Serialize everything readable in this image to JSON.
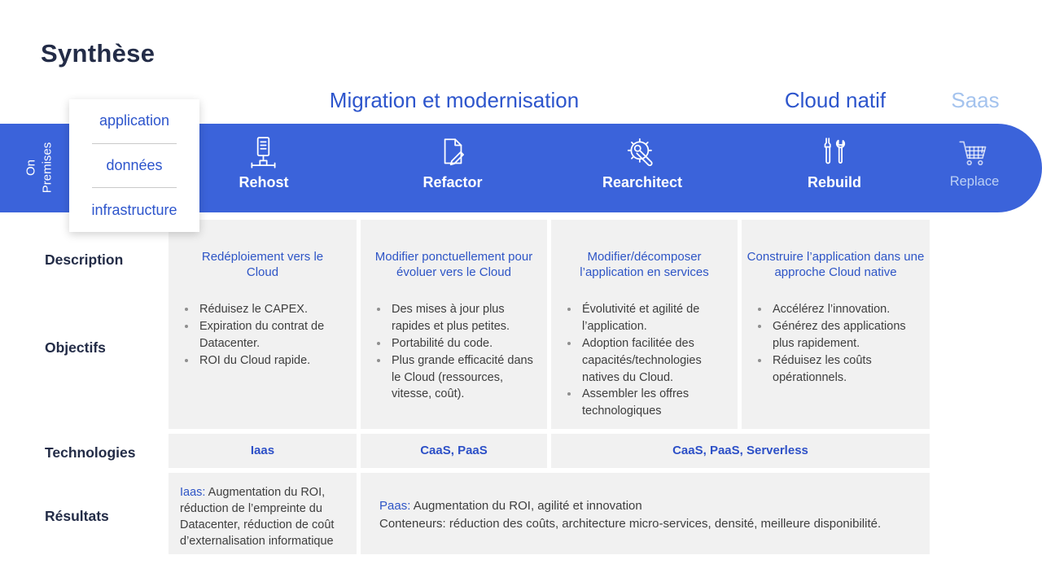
{
  "slide": {
    "title": "Synthèse",
    "headers": {
      "migration": "Migration et modernisation",
      "cloud_natif": "Cloud natif",
      "saas": "Saas"
    },
    "on_premises": {
      "line1": "On",
      "line2": "Premises"
    },
    "layers_card": {
      "items": [
        "application",
        "données",
        "infrastructure"
      ]
    },
    "strategies": [
      {
        "label": "Rehost",
        "icon": "server-network-icon"
      },
      {
        "label": "Refactor",
        "icon": "document-pencil-icon"
      },
      {
        "label": "Rearchitect",
        "icon": "gear-wrench-icon"
      },
      {
        "label": "Rebuild",
        "icon": "screwdriver-wrench-icon"
      },
      {
        "label": "Replace",
        "icon": "shopping-cart-icon"
      }
    ],
    "row_labels": {
      "description": "Description",
      "objectifs": "Objectifs",
      "technologies": "Technologies",
      "resultats": "Résultats"
    },
    "columns": [
      {
        "description": "Redéploiement vers le Cloud",
        "objectives": [
          "Réduisez le CAPEX.",
          "Expiration du contrat de Datacenter.",
          "ROI du Cloud rapide."
        ]
      },
      {
        "description": "Modifier ponctuellement pour évoluer vers le Cloud",
        "objectives": [
          "Des mises à jour plus rapides et plus petites.",
          "Portabilité du code.",
          "Plus grande efficacité dans le Cloud (ressources, vitesse, coût)."
        ]
      },
      {
        "description": "Modifier/décomposer l’application en services",
        "objectives": [
          "Évolutivité et agilité de l’application.",
          "Adoption facilitée des capacités/technologies natives du Cloud.",
          "Assembler les offres technologiques"
        ]
      },
      {
        "description": "Construire l’application dans une approche Cloud native",
        "objectives": [
          "Accélérez l’innovation.",
          "Générez des applications plus rapidement.",
          "Réduisez les coûts opérationnels."
        ]
      }
    ],
    "technologies": [
      "Iaas",
      "CaaS, PaaS",
      "CaaS, PaaS, Serverless"
    ],
    "results": {
      "iaas_prefix": "Iaas:",
      "iaas_text": " Augmentation du ROI, réduction de l’empreinte du Datacenter, réduction de coût d’externalisation informatique",
      "paas_prefix": "Paas:",
      "paas_text": " Augmentation du ROI, agilité et innovation",
      "containers_text": "Conteneurs: réduction des coûts, architecture micro-services, densité, meilleure disponibilité."
    },
    "colors": {
      "band_blue": "#3b63da",
      "header_blue": "#2d55cc",
      "saas_light_blue": "#a4c3ee",
      "title_navy": "#232c47",
      "cell_gray": "#f1f1f1",
      "cell_blue_text": "#2e55c6",
      "body_text": "#3e3e3e"
    }
  }
}
